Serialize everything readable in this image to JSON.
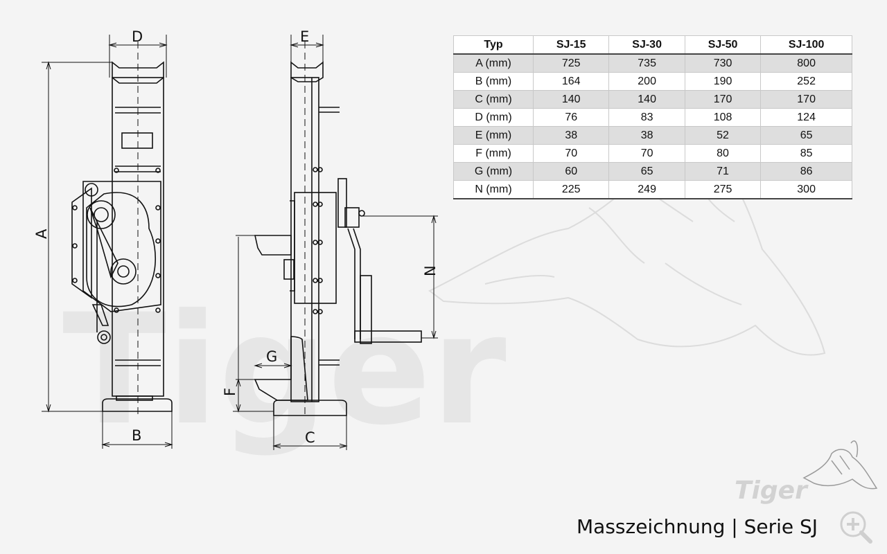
{
  "dimension_labels": {
    "A": "A",
    "B": "B",
    "C": "C",
    "D": "D",
    "E": "E",
    "F": "F",
    "G": "G",
    "N": "N"
  },
  "table": {
    "headers": [
      "Typ",
      "SJ-15",
      "SJ-30",
      "SJ-50",
      "SJ-100"
    ],
    "rows": [
      [
        "A (mm)",
        "725",
        "735",
        "730",
        "800"
      ],
      [
        "B (mm)",
        "164",
        "200",
        "190",
        "252"
      ],
      [
        "C (mm)",
        "140",
        "140",
        "170",
        "170"
      ],
      [
        "D (mm)",
        "76",
        "83",
        "108",
        "124"
      ],
      [
        "E (mm)",
        "38",
        "38",
        "52",
        "65"
      ],
      [
        "F (mm)",
        "70",
        "70",
        "80",
        "85"
      ],
      [
        "G (mm)",
        "60",
        "65",
        "71",
        "86"
      ],
      [
        "N (mm)",
        "225",
        "249",
        "275",
        "300"
      ]
    ]
  },
  "watermark_text": "Tiger",
  "logo_text": "Tiger",
  "caption": "Masszeichnung | Serie SJ",
  "icons": {
    "zoom": "zoom-in-icon",
    "logo": "tiger-logo-icon"
  },
  "colors": {
    "background": "#f4f4f4",
    "row_shaded": "#dedede",
    "line": "#111111"
  }
}
